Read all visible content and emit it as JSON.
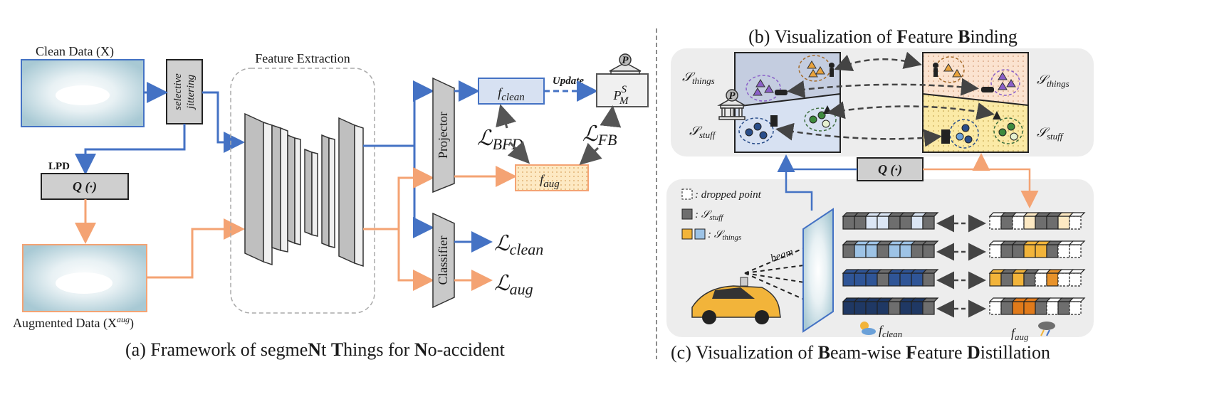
{
  "panel_a": {
    "clean_data_label": "Clean Data (X)",
    "selective_jittering_1": "selective",
    "selective_jittering_2": "jittering",
    "lpd_label": "LPD",
    "q_label": "Q (·)",
    "augmented_data_label": "Augmented Data (X",
    "augmented_sup": "aug",
    "feature_extraction_label": "Feature Extraction",
    "projector_label": "Projector",
    "classifier_label": "Classifier",
    "f_clean_label": "f",
    "f_clean_sub": "clean",
    "f_aug_label": "f",
    "f_aug_sub": "aug",
    "update_label": "Update",
    "memory_label": "P",
    "memory_sup": "S",
    "memory_sub": "M",
    "loss_bfd": "ℒ",
    "loss_bfd_sub": "BFD",
    "loss_fb": "ℒ",
    "loss_fb_sub": "FB",
    "loss_clean": "ℒ",
    "loss_clean_sub": "clean",
    "loss_aug": "ℒ",
    "loss_aug_sub": "aug",
    "caption_pre": "(a) Framework of segme",
    "caption_b1": "N",
    "caption_mid1": "t ",
    "caption_b2": "T",
    "caption_mid2": "hings for ",
    "caption_b3": "N",
    "caption_post": "o-accident"
  },
  "panel_b": {
    "caption_pre": "(b) Visualization of ",
    "caption_b1": "F",
    "caption_mid": "eature ",
    "caption_b2": "B",
    "caption_post": "inding",
    "things_label": "𝒮",
    "things_sub": "things",
    "stuff_label": "𝒮",
    "stuff_sub": "stuff"
  },
  "panel_c": {
    "q_label": "Q (·)",
    "dropped_point": ": dropped point",
    "legend_stuff": ": 𝒮",
    "legend_stuff_sub": "stuff",
    "legend_things": ": 𝒮",
    "legend_things_sub": "things",
    "beam_label": "beam",
    "f_clean_label": "f",
    "f_clean_sub": "clean",
    "f_aug_label": "f",
    "f_aug_sub": "aug",
    "caption_pre": "(c) Visualization of ",
    "caption_b1": "B",
    "caption_mid1": "eam-wise ",
    "caption_b2": "F",
    "caption_mid2": "eature ",
    "caption_b3": "D",
    "caption_post": "istillation"
  },
  "colors": {
    "blue": "#4472c4",
    "orange": "#f4a373",
    "gray": "#c9c9c9",
    "dark_gray": "#6e6e6e",
    "panel_bg": "#ededed",
    "things_bg": "#fbe3d0",
    "stuff_bg_right": "#fbeaa6",
    "stuff_bg_left": "#d7e1f2",
    "things_bg_left": "#c4cde0"
  }
}
